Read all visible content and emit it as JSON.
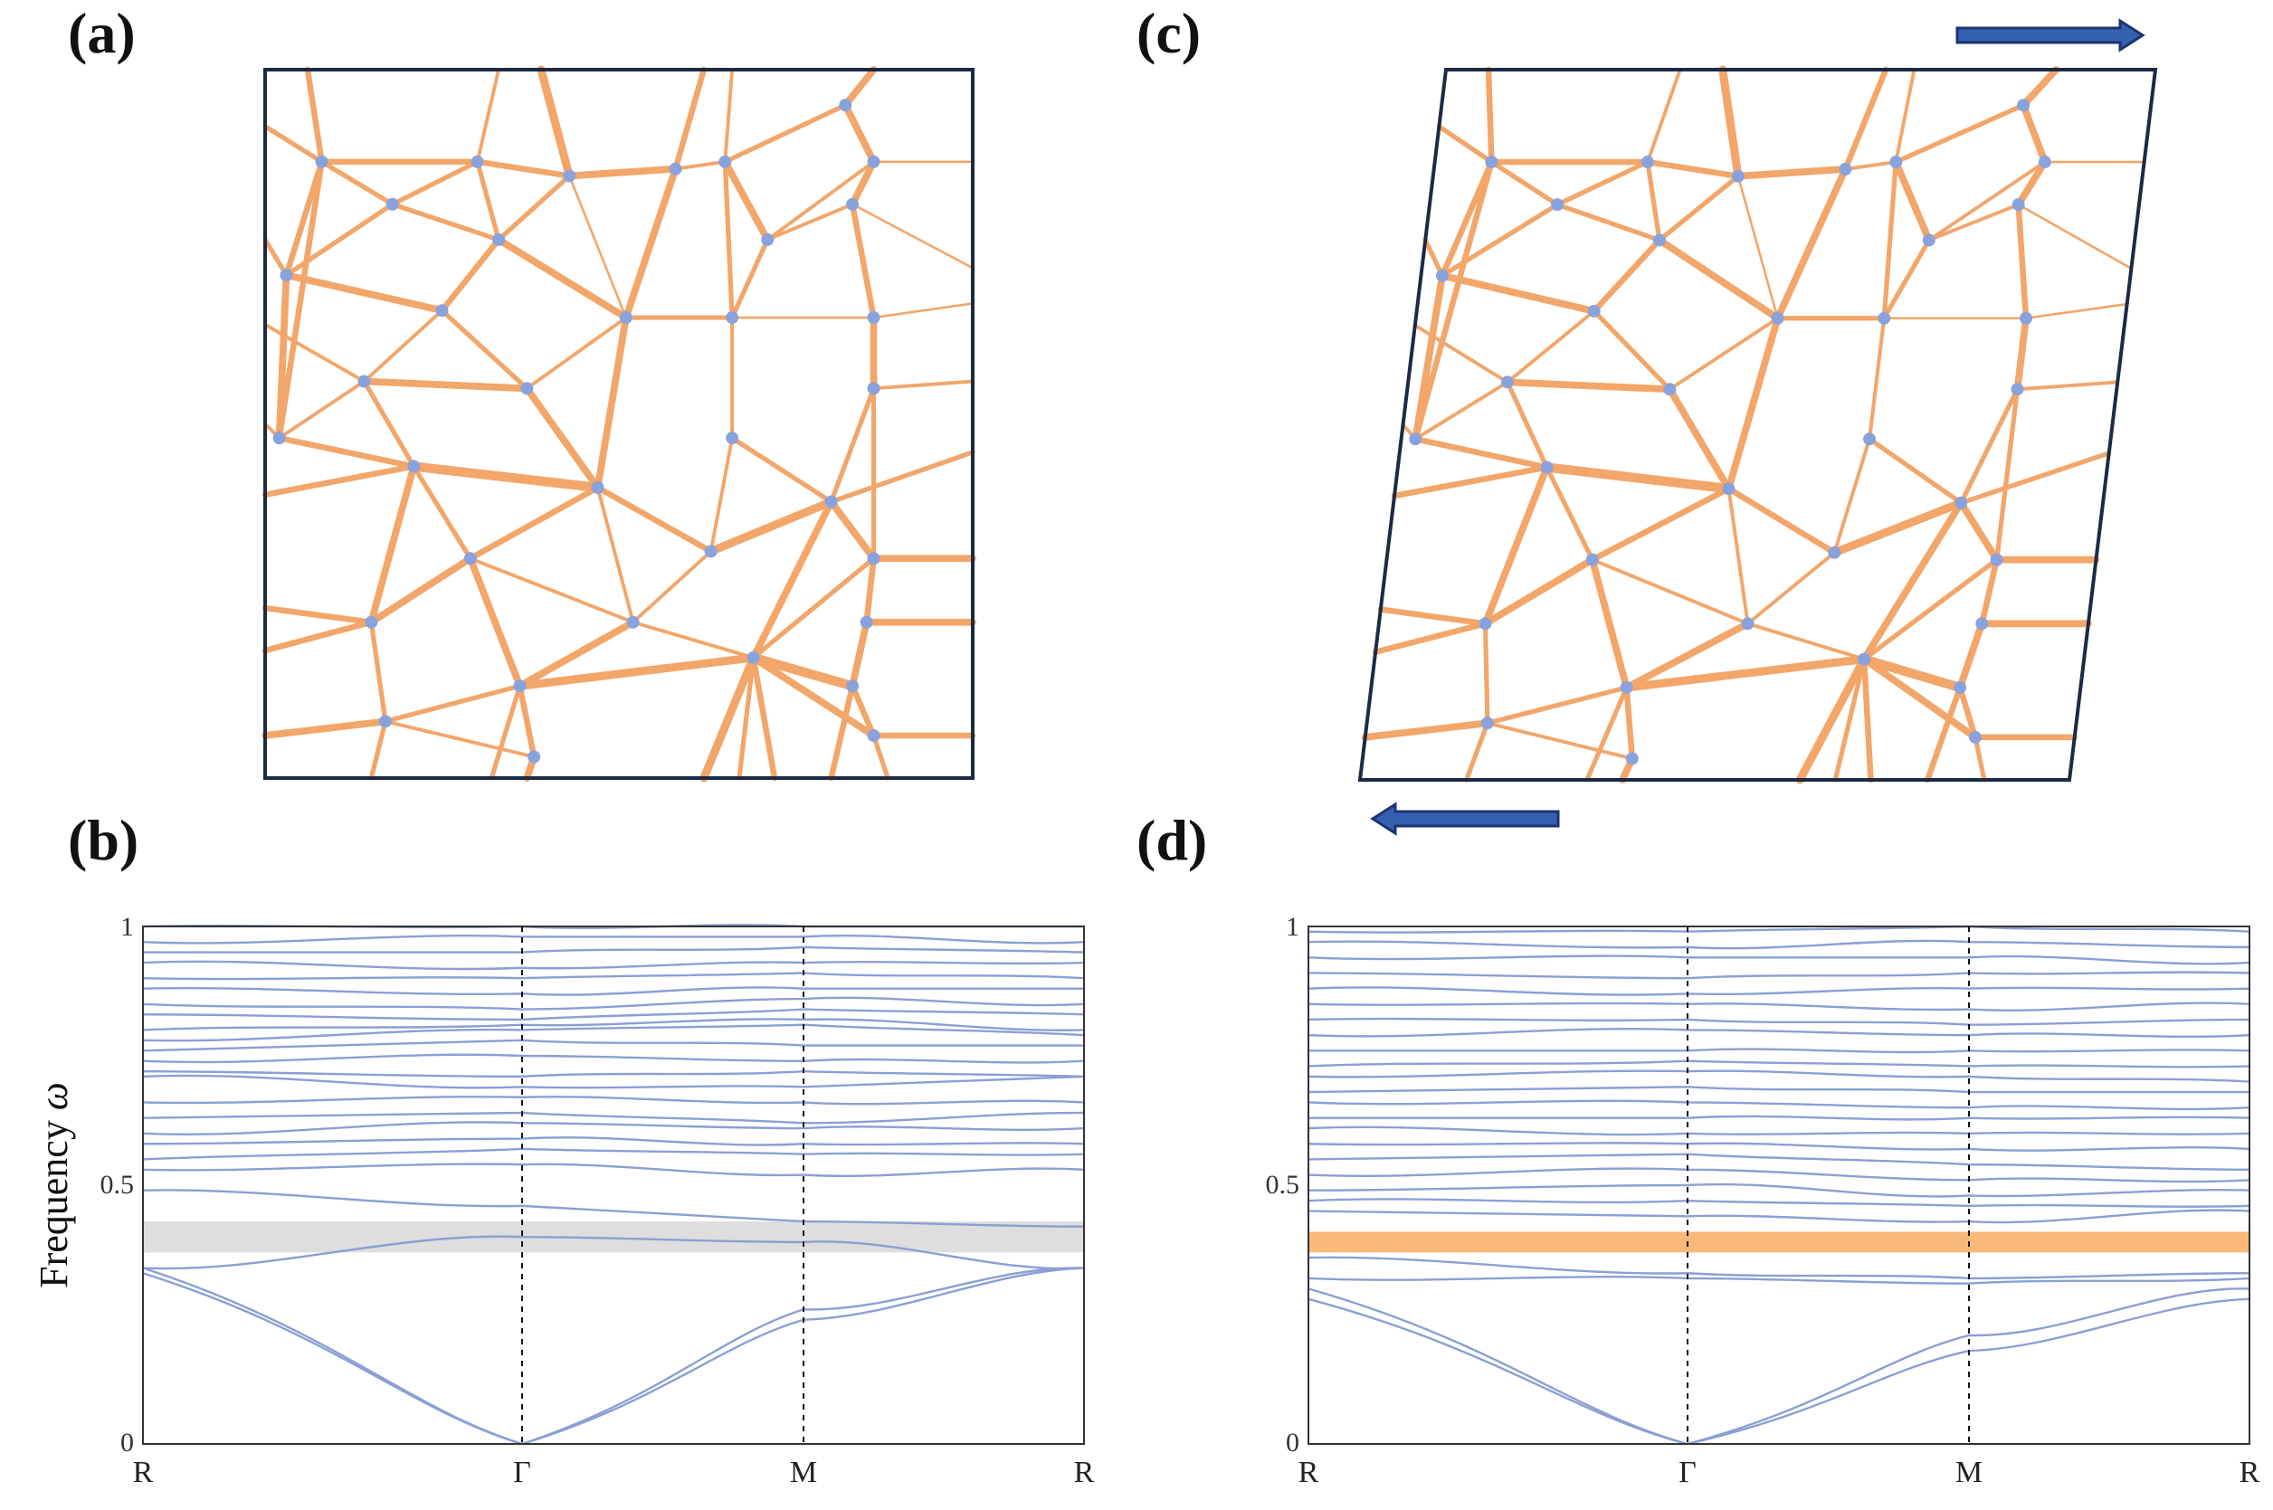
{
  "panels": {
    "a": {
      "label": "(a)"
    },
    "b": {
      "label": "(b)"
    },
    "c": {
      "label": "(c)"
    },
    "d": {
      "label": "(d)"
    }
  },
  "network": {
    "bond_color": "#f2a66a",
    "node_color": "#8aa2dc",
    "frame_color": "#1c2a44",
    "shear_arrow_color": "#3460b0"
  },
  "chart_data": [
    {
      "panel": "b",
      "type": "line",
      "title": "",
      "ylabel": "Frequency ω",
      "ylabel_text": "Frequency ",
      "ylabel_symbol": "ω",
      "xlabel": "",
      "x_ticks": [
        "R",
        "Γ",
        "M",
        "R"
      ],
      "y_ticks": [
        "0",
        "0.5",
        "1"
      ],
      "ylim": [
        0,
        1
      ],
      "grid": false,
      "band_gap": {
        "from": 0.37,
        "to": 0.43,
        "color": "#dedede"
      },
      "series": [
        {
          "values": [
            0.34,
            0.0,
            0.24,
            0.34
          ]
        },
        {
          "values": [
            0.33,
            0.0,
            0.26,
            0.34
          ]
        },
        {
          "values": [
            0.34,
            0.4,
            0.39,
            0.34
          ]
        },
        {
          "values": [
            0.49,
            0.46,
            0.43,
            0.42
          ]
        },
        {
          "values": [
            0.53,
            0.54,
            0.52,
            0.53
          ]
        },
        {
          "values": [
            0.55,
            0.57,
            0.56,
            0.56
          ]
        },
        {
          "values": [
            0.58,
            0.59,
            0.58,
            0.58
          ]
        },
        {
          "values": [
            0.6,
            0.62,
            0.61,
            0.61
          ]
        },
        {
          "values": [
            0.63,
            0.64,
            0.62,
            0.64
          ]
        },
        {
          "values": [
            0.66,
            0.67,
            0.66,
            0.66
          ]
        },
        {
          "values": [
            0.71,
            0.69,
            0.69,
            0.71
          ]
        },
        {
          "values": [
            0.72,
            0.71,
            0.72,
            0.71
          ]
        },
        {
          "values": [
            0.74,
            0.75,
            0.74,
            0.74
          ]
        },
        {
          "values": [
            0.76,
            0.78,
            0.77,
            0.77
          ]
        },
        {
          "values": [
            0.78,
            0.8,
            0.81,
            0.79
          ]
        },
        {
          "values": [
            0.8,
            0.81,
            0.82,
            0.8
          ]
        },
        {
          "values": [
            0.83,
            0.82,
            0.84,
            0.83
          ]
        },
        {
          "values": [
            0.85,
            0.84,
            0.86,
            0.85
          ]
        },
        {
          "values": [
            0.88,
            0.87,
            0.88,
            0.88
          ]
        },
        {
          "values": [
            0.9,
            0.9,
            0.91,
            0.9
          ]
        },
        {
          "values": [
            0.93,
            0.92,
            0.93,
            0.93
          ]
        },
        {
          "values": [
            0.95,
            0.95,
            0.96,
            0.95
          ]
        },
        {
          "values": [
            0.97,
            0.98,
            0.98,
            0.97
          ]
        },
        {
          "values": [
            1.0,
            1.0,
            1.0,
            1.0
          ]
        }
      ]
    },
    {
      "panel": "d",
      "type": "line",
      "title": "",
      "ylabel": "",
      "xlabel": "",
      "x_ticks": [
        "R",
        "Γ",
        "M",
        "R"
      ],
      "y_ticks": [
        "0",
        "0.5",
        "1"
      ],
      "ylim": [
        0,
        1
      ],
      "grid": false,
      "band_gap": {
        "from": 0.37,
        "to": 0.41,
        "color": "#f9b97a"
      },
      "series": [
        {
          "values": [
            0.28,
            0.0,
            0.18,
            0.28
          ]
        },
        {
          "values": [
            0.3,
            0.0,
            0.21,
            0.3
          ]
        },
        {
          "values": [
            0.32,
            0.32,
            0.31,
            0.32
          ]
        },
        {
          "values": [
            0.36,
            0.33,
            0.32,
            0.33
          ]
        },
        {
          "values": [
            0.45,
            0.44,
            0.43,
            0.45
          ]
        },
        {
          "values": [
            0.47,
            0.47,
            0.46,
            0.46
          ]
        },
        {
          "values": [
            0.49,
            0.5,
            0.48,
            0.49
          ]
        },
        {
          "values": [
            0.52,
            0.53,
            0.51,
            0.51
          ]
        },
        {
          "values": [
            0.55,
            0.56,
            0.54,
            0.53
          ]
        },
        {
          "values": [
            0.58,
            0.58,
            0.57,
            0.57
          ]
        },
        {
          "values": [
            0.61,
            0.6,
            0.6,
            0.6
          ]
        },
        {
          "values": [
            0.63,
            0.63,
            0.63,
            0.63
          ]
        },
        {
          "values": [
            0.66,
            0.66,
            0.65,
            0.65
          ]
        },
        {
          "values": [
            0.68,
            0.69,
            0.68,
            0.68
          ]
        },
        {
          "values": [
            0.71,
            0.72,
            0.71,
            0.7
          ]
        },
        {
          "values": [
            0.73,
            0.74,
            0.73,
            0.73
          ]
        },
        {
          "values": [
            0.76,
            0.76,
            0.76,
            0.76
          ]
        },
        {
          "values": [
            0.79,
            0.8,
            0.79,
            0.79
          ]
        },
        {
          "values": [
            0.82,
            0.82,
            0.81,
            0.82
          ]
        },
        {
          "values": [
            0.85,
            0.85,
            0.84,
            0.85
          ]
        },
        {
          "values": [
            0.88,
            0.87,
            0.88,
            0.88
          ]
        },
        {
          "values": [
            0.91,
            0.9,
            0.91,
            0.91
          ]
        },
        {
          "values": [
            0.94,
            0.94,
            0.94,
            0.93
          ]
        },
        {
          "values": [
            0.97,
            0.96,
            0.97,
            0.96
          ]
        },
        {
          "values": [
            0.99,
            0.99,
            1.0,
            0.99
          ]
        }
      ]
    }
  ]
}
